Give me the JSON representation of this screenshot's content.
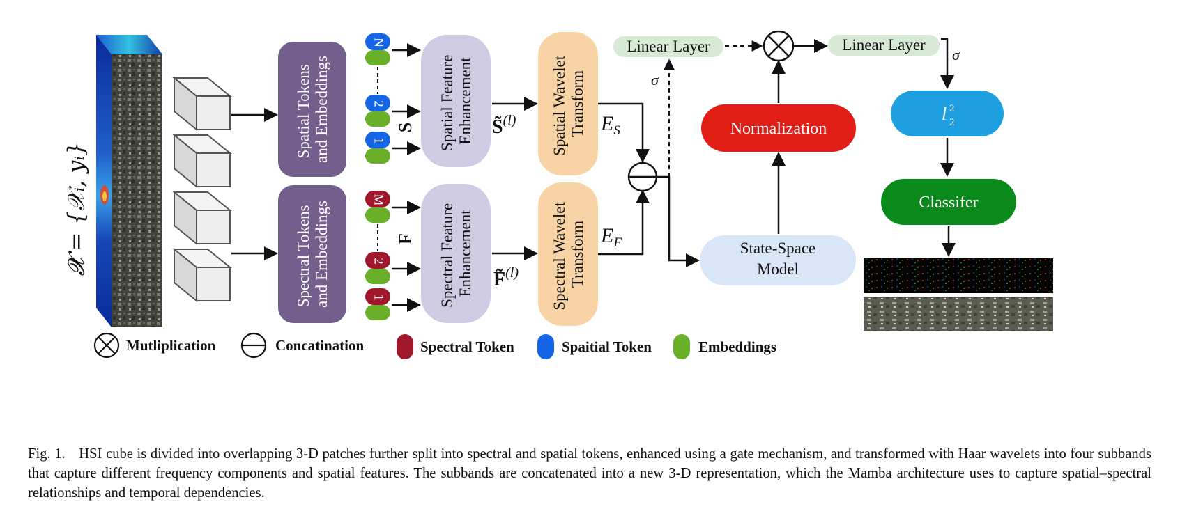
{
  "figure": {
    "input_label": "𝓧 = {𝒳ᵢ, yᵢ}",
    "spatial_tokens_box": [
      "Spatial Tokens",
      "and Embeddings"
    ],
    "spectral_tokens_box": [
      "Spectral  Tokens",
      "and Embeddings"
    ],
    "spatial_token_badges": [
      "N",
      "2",
      "1"
    ],
    "spectral_token_badges": [
      "M",
      "2",
      "1"
    ],
    "spatial_set_symbol": "S",
    "spectral_set_symbol": "F",
    "spatial_enh_box": [
      "Spatial Feature",
      "Enhancement"
    ],
    "spectral_enh_box": [
      "Spectral  Feature",
      "Enhancement"
    ],
    "spatial_enh_out": "S̃",
    "spectral_enh_out": "F̃",
    "layer_superscript": "(l)",
    "spatial_wavelet_box": [
      "Spatial Wavelet",
      "Transform"
    ],
    "spectral_wavelet_box": [
      "Spectral Wavelet",
      "Transform"
    ],
    "es_label": "E",
    "es_sub": "S",
    "ef_label": "E",
    "ef_sub": "F",
    "sigma": "σ",
    "linear_layer_1": "Linear Layer",
    "linear_layer_2": "Linear Layer",
    "normalization": "Normalization",
    "ssm": [
      "State-Space",
      "Model"
    ],
    "l2_base": "l",
    "l2_sup": "2",
    "l2_sub": "2",
    "classifier": "Classifer",
    "legend": {
      "multiplication": "Mutliplication",
      "concatenation": "Concatination",
      "spectral_token": "Spectral Token",
      "spatial_token": "Spaitial Token",
      "embeddings": "Embeddings"
    },
    "colors": {
      "purple": "#735f8c",
      "lavender": "#cfcbe2",
      "peach": "#f8d3a6",
      "red": "#e01e16",
      "light_blue": "#d9e6f7",
      "light_green": "#d7ead6",
      "cyan": "#1d9fe0",
      "green": "#0a8a1b",
      "token_blue": "#1565e6",
      "token_red": "#a0162b",
      "embed_green": "#6aaf2a"
    }
  },
  "caption": {
    "lead": "Fig. 1.",
    "text": "HSI cube is divided into overlapping 3-D patches further split into spectral and spatial tokens, enhanced using a gate mechanism, and transformed with Haar wavelets into four subbands that capture different frequency components and spatial features. The subbands are concatenated into a new 3-D representation, which the Mamba architecture uses to capture spatial–spectral relationships and temporal dependencies."
  }
}
